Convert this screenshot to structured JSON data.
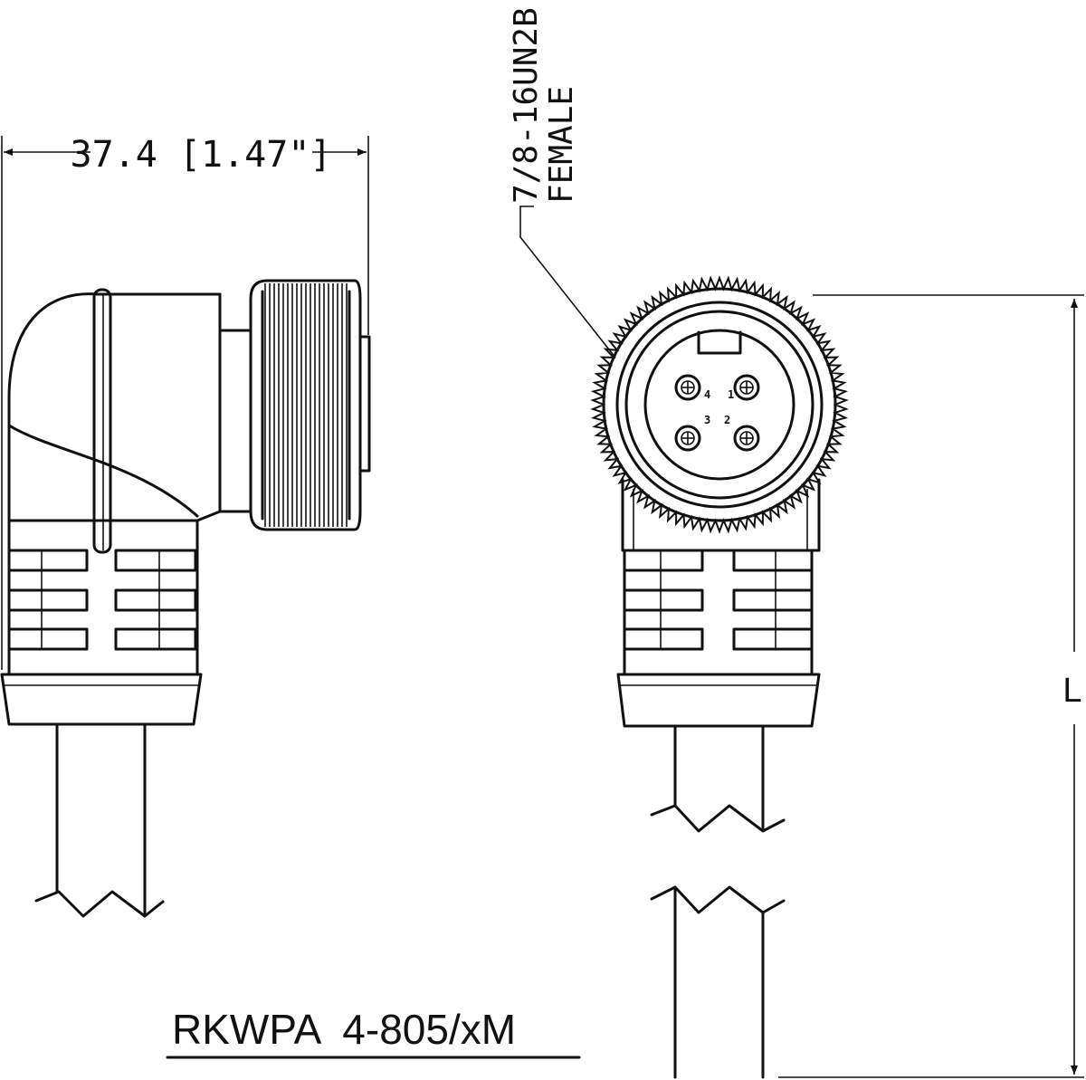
{
  "dimension_width": "37.4 [1.47\"]",
  "thread_spec": "7/8-16UN2B",
  "gender": "FEMALE",
  "dimension_length": "L",
  "part_number": "RKWPA  4-805/xM",
  "pins": [
    "1",
    "2",
    "3",
    "4"
  ]
}
